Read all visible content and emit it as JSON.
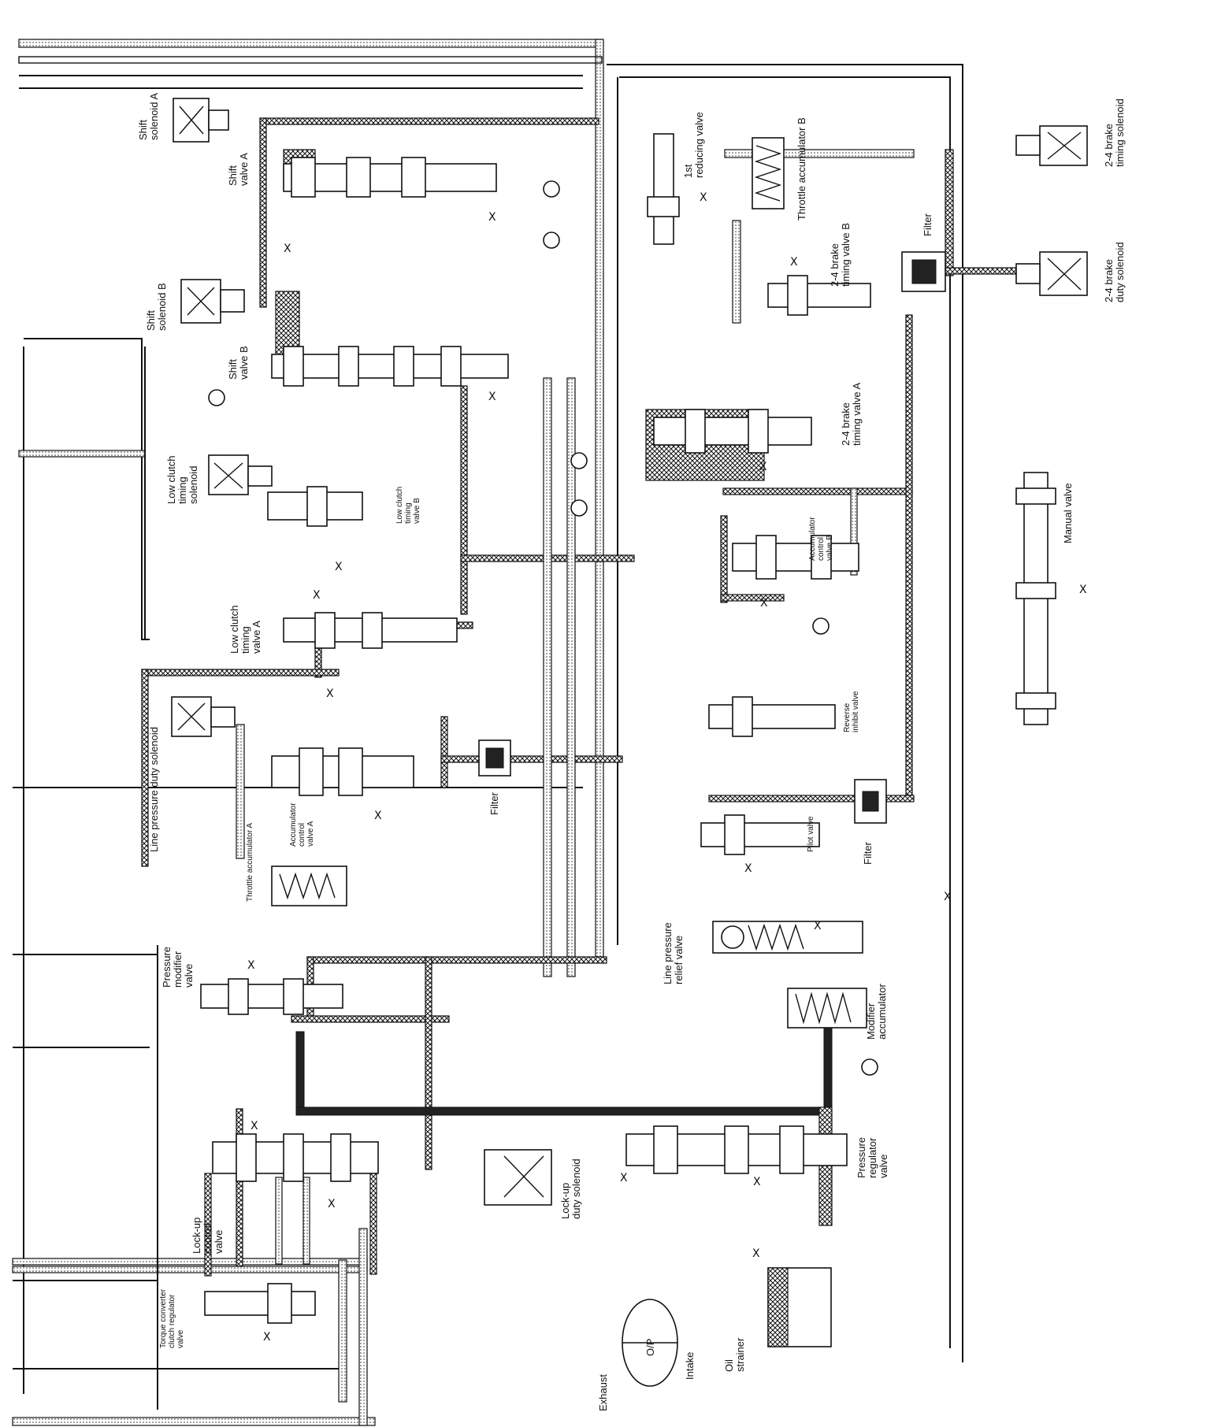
{
  "labels": {
    "shift_solenoid_a": [
      "Shift",
      "solenoid A"
    ],
    "shift_valve_a": [
      "Shift",
      "valve A"
    ],
    "shift_solenoid_b": [
      "Shift",
      "solenoid B"
    ],
    "shift_valve_b": [
      "Shift",
      "valve B"
    ],
    "low_clutch_timing_solenoid": [
      "Low clutch",
      "timing",
      "solenoid"
    ],
    "low_clutch_timing_valve_b": [
      "Low clutch",
      "timing",
      "valve B"
    ],
    "low_clutch_timing_valve_a": [
      "Low clutch",
      "timing",
      "valve A"
    ],
    "line_pressure_duty_solenoid": "Line pressure duty solenoid",
    "accumulator_control_valve_a": [
      "Accumulator",
      "control",
      "valve A"
    ],
    "filter_center": "Filter",
    "throttle_accumulator_a": "Throttle accumulator A",
    "pressure_modifier_valve": [
      "Pressure",
      "modifier",
      "valve"
    ],
    "lockup_control_valve": [
      "Lock-up",
      "control",
      "valve"
    ],
    "lockup_duty_solenoid": [
      "Lock-up",
      "duty solenoid"
    ],
    "torque_converter_clutch_regulator_valve": [
      "Torque converter",
      "clutch regulator",
      "valve"
    ],
    "first_reducing_valve": [
      "1st",
      "reducing valve"
    ],
    "throttle_accumulator_b": "Throttle accumulator B",
    "two_four_brake_timing_valve_b": [
      "2-4 brake",
      "timing valve B"
    ],
    "filter_top": "Filter",
    "two_four_brake_timing_solenoid": [
      "2-4 brake",
      "timing solenoid"
    ],
    "two_four_brake_duty_solenoid": [
      "2-4 brake",
      "duty solenoid"
    ],
    "two_four_brake_timing_valve_a": [
      "2-4 brake",
      "timing valve A"
    ],
    "accumulator_control_valve_b": [
      "Accumulator",
      "control",
      "valve B"
    ],
    "manual_valve": "Manual valve",
    "reverse_inhibit_valve": [
      "Reverse",
      "inhibit valve"
    ],
    "pilot_valve": "Pilot valve",
    "filter_right": "Filter",
    "line_pressure_relief_valve": [
      "Line pressure",
      "relief valve"
    ],
    "modifier_accumulator": [
      "Modifier",
      "accumulator"
    ],
    "pressure_regulator_valve": [
      "Pressure",
      "regulator",
      "valve"
    ],
    "oil_pump": "O/P",
    "exhaust": "Exhaust",
    "intake": "Intake",
    "oil_strainer": [
      "Oil",
      "strainer"
    ]
  },
  "exhaust_mark": "X"
}
